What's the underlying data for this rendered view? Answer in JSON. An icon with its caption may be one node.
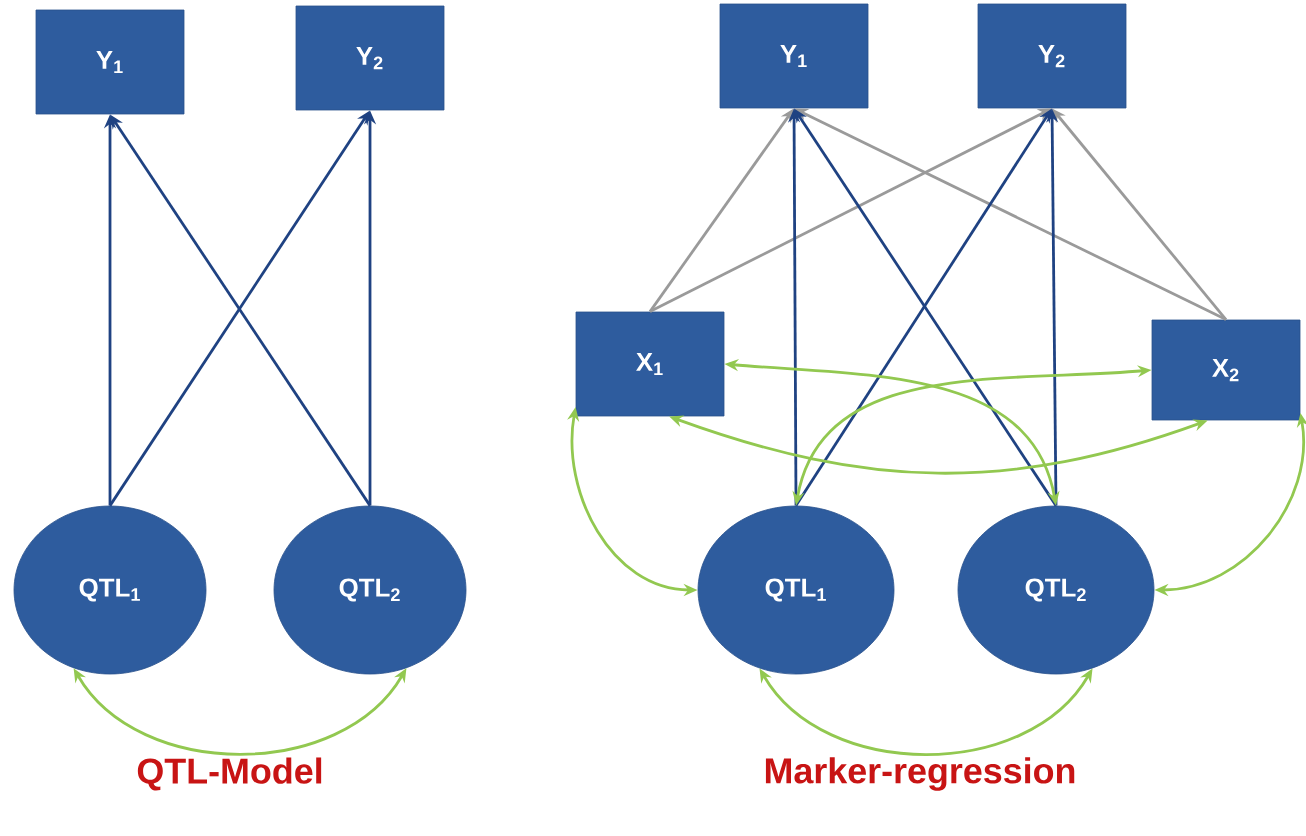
{
  "diagram": {
    "nodes": [
      {
        "text": [
          "Y$_{1}$"
        ]
      },
      {
        "text": [
          "Y$_{2}$"
        ]
      },
      {
        "text": [
          "QTL$_{1}$"
        ]
      },
      {
        "text": [
          "QTL$_{2}$"
        ]
      },
      {
        "text": [
          "Y$_{1}$"
        ]
      },
      {
        "text": [
          "Y$_{2}$"
        ]
      },
      {
        "text": [
          "X$_{1}$"
        ]
      },
      {
        "text": [
          "X$_{2}$"
        ]
      },
      {
        "text": [
          "QTL$_{1}$"
        ]
      },
      {
        "text": [
          "QTL$_{2}$"
        ]
      }
    ],
    "edges": [
      {
        "from": 2,
        "to": 0,
        "arrow": "to"
      },
      {
        "from": 2,
        "to": 1,
        "arrow": "to"
      },
      {
        "from": 3,
        "to": 0,
        "arrow": "to"
      },
      {
        "from": 3,
        "to": 1,
        "arrow": "to"
      },
      {
        "from": 2,
        "to": 3,
        "arrow": "both",
        "color": "#92c850"
      },
      {
        "from": 6,
        "to": 4,
        "arrow": "to",
        "color": "#9a9a9a"
      },
      {
        "from": 6,
        "to": 5,
        "arrow": "to",
        "color": "#9a9a9a"
      },
      {
        "from": 7,
        "to": 4,
        "arrow": "to",
        "color": "#9a9a9a"
      },
      {
        "from": 7,
        "to": 5,
        "arrow": "to",
        "color": "#9a9a9a"
      },
      {
        "from": 8,
        "to": 4,
        "arrow": "to"
      },
      {
        "from": 8,
        "to": 5,
        "arrow": "to"
      },
      {
        "from": 9,
        "to": 4,
        "arrow": "to"
      },
      {
        "from": 9,
        "to": 5,
        "arrow": "to"
      },
      {
        "from": 6,
        "to": 9,
        "arrow": "both",
        "color": "#92c850"
      },
      {
        "from": 7,
        "to": 8,
        "arrow": "both",
        "color": "#92c850"
      },
      {
        "from": 6,
        "to": 7,
        "arrow": "both",
        "color": "#92c850"
      },
      {
        "from": 6,
        "to": 8,
        "arrow": "both",
        "color": "#92c850"
      },
      {
        "from": 7,
        "to": 9,
        "arrow": "both",
        "color": "#92c850"
      },
      {
        "from": 8,
        "to": 9,
        "arrow": "both",
        "color": "#92c850"
      }
    ],
    "labels": [
      "QTL-Model",
      "Marker-regression"
    ]
  }
}
